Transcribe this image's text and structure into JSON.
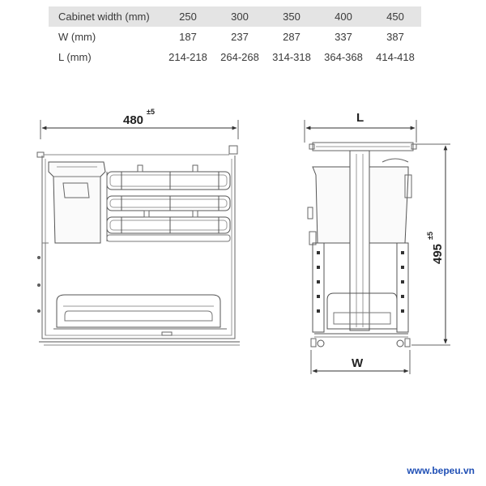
{
  "spec_table": {
    "rows": [
      {
        "label": "Cabinet width (mm)",
        "values": [
          "250",
          "300",
          "350",
          "400",
          "450"
        ]
      },
      {
        "label": "W (mm)",
        "values": [
          "187",
          "237",
          "287",
          "337",
          "387"
        ]
      },
      {
        "label": "L (mm)",
        "values": [
          "214-218",
          "264-268",
          "314-318",
          "364-368",
          "414-418"
        ]
      }
    ]
  },
  "dimensions": {
    "depth": {
      "value": "480",
      "tolerance": "±5"
    },
    "height": {
      "value": "495",
      "tolerance": "±5"
    },
    "top_width_label": "L",
    "bottom_width_label": "W"
  },
  "footer": {
    "website": "www.bepeu.vn"
  },
  "colors": {
    "line": "#555555",
    "table_header_bg": "#e4e4e4",
    "website": "#1f4fb5"
  }
}
